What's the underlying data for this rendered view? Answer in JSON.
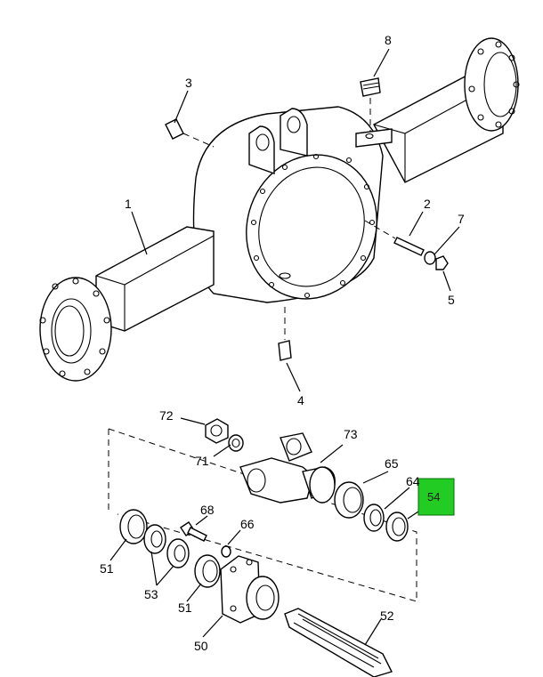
{
  "callouts": {
    "c1": "1",
    "c2": "2",
    "c3": "3",
    "c4": "4",
    "c5": "5",
    "c7": "7",
    "c8": "8",
    "c50": "50",
    "c51a": "51",
    "c51b": "51",
    "c52": "52",
    "c53": "53",
    "c54": "54",
    "c64": "64",
    "c65": "65",
    "c66": "66",
    "c68": "68",
    "c71": "71",
    "c72": "72",
    "c73": "73"
  },
  "highlight": {
    "label": "54",
    "color": "#22cc22"
  },
  "colors": {
    "line": "#000000",
    "background": "#ffffff"
  }
}
